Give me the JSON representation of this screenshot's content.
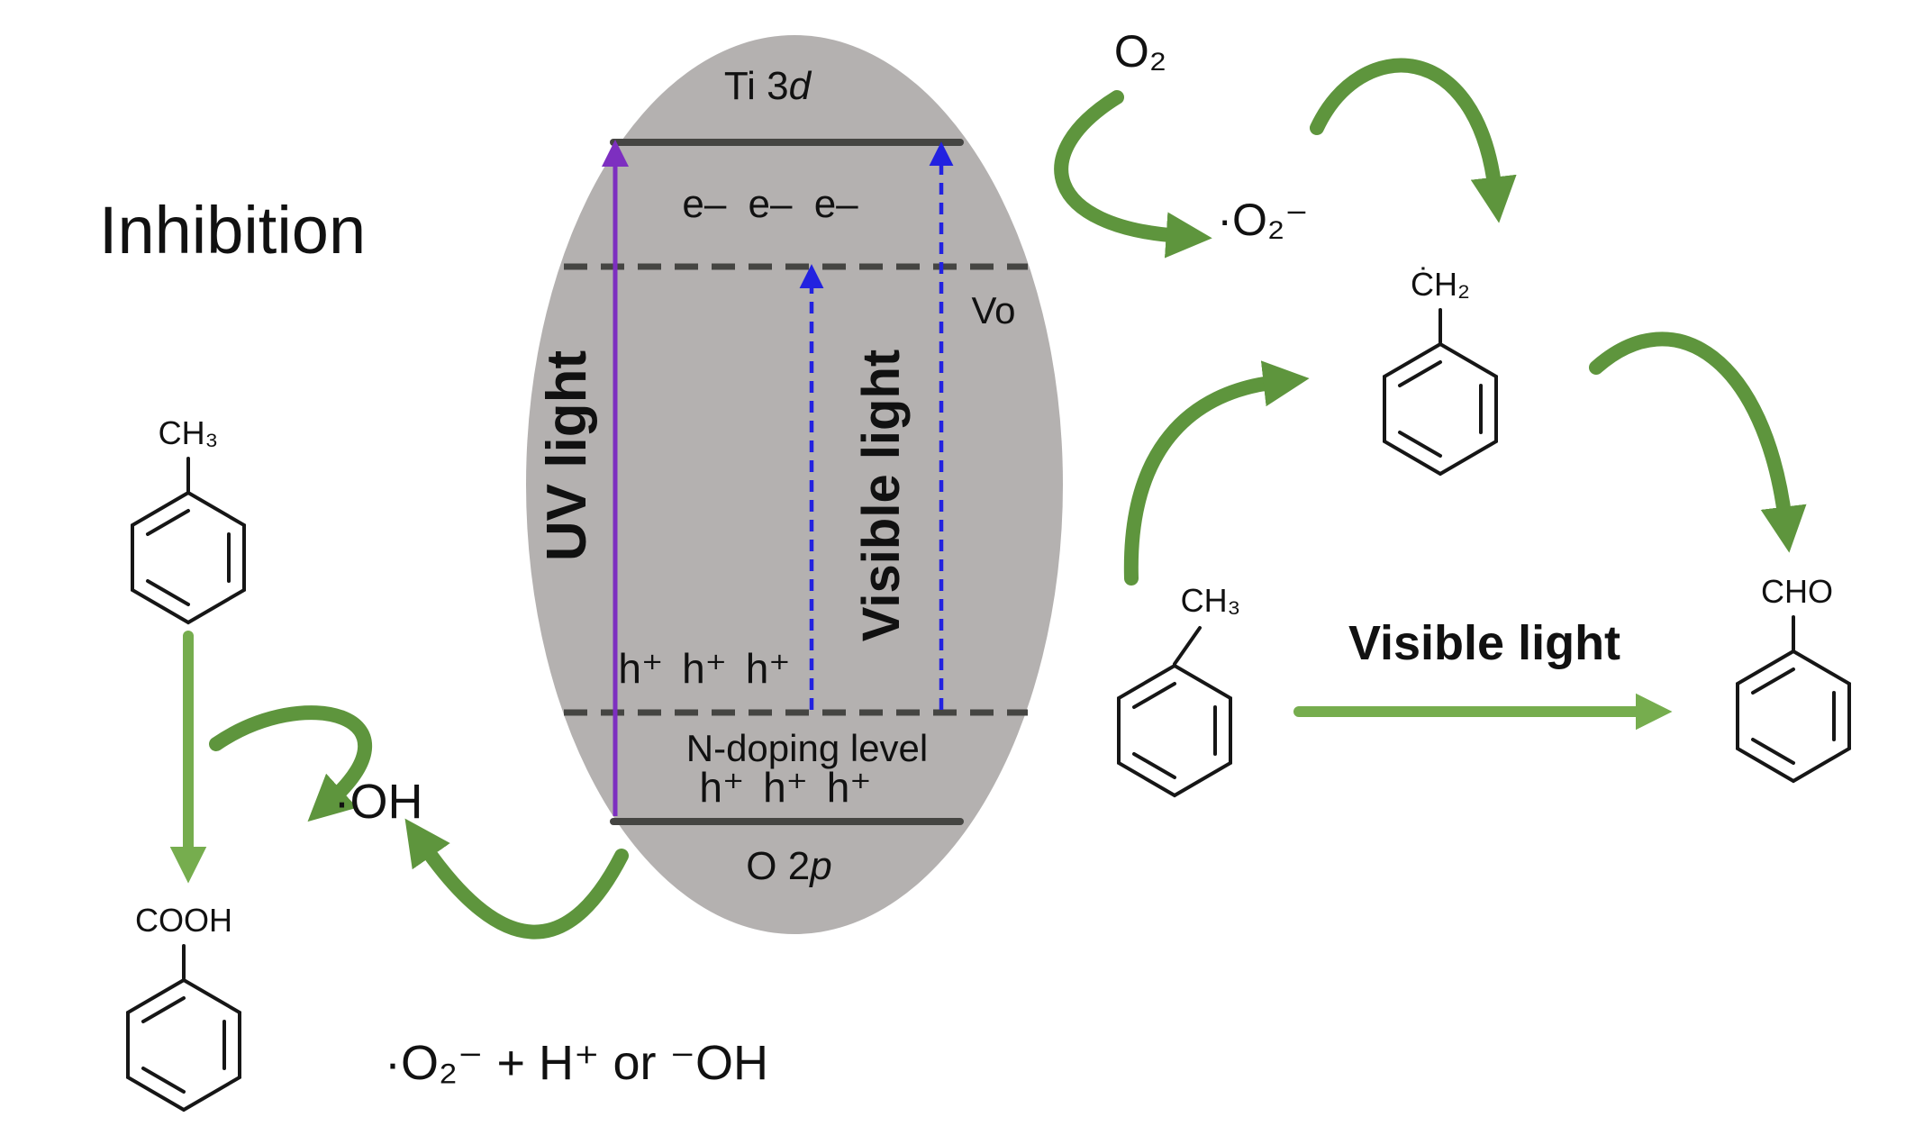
{
  "title": {
    "inhibition": "Inhibition"
  },
  "band": {
    "ti3d_prefix": "Ti 3",
    "ti3d_orbital": "d",
    "electrons": "e– e– e–",
    "vo": "Vo",
    "uv_light": "UV light",
    "visible_light": "Visible light",
    "holes_upper": "h⁺ h⁺ h⁺",
    "n_doping_level": "N-doping level",
    "holes_lower": "h⁺ h⁺ h⁺",
    "o2p_prefix": "O 2",
    "o2p_orbital": "p"
  },
  "species": {
    "oxygen": "O₂",
    "superoxide": "·O₂⁻",
    "hydroxyl_radical": "·OH",
    "superoxide_formula": "·O₂⁻ + H⁺ or ⁻OH"
  },
  "molecules": {
    "toluene_left": "CH₃",
    "benzoic_acid": "COOH",
    "toluene_right": "CH₃",
    "benzyl_radical": "ĊH₂",
    "benzaldehyde": "CHO"
  },
  "reaction": {
    "visible_light_label": "Visible light"
  },
  "colors": {
    "green_arrow": "#76ad4e",
    "curved_arrow_green": "#5e953d",
    "uv_arrow_purple": "#7d2fc0",
    "visible_arrow_blue": "#2222e0",
    "ellipse_gray": "#b4b1b0",
    "band_line": "#454542"
  }
}
